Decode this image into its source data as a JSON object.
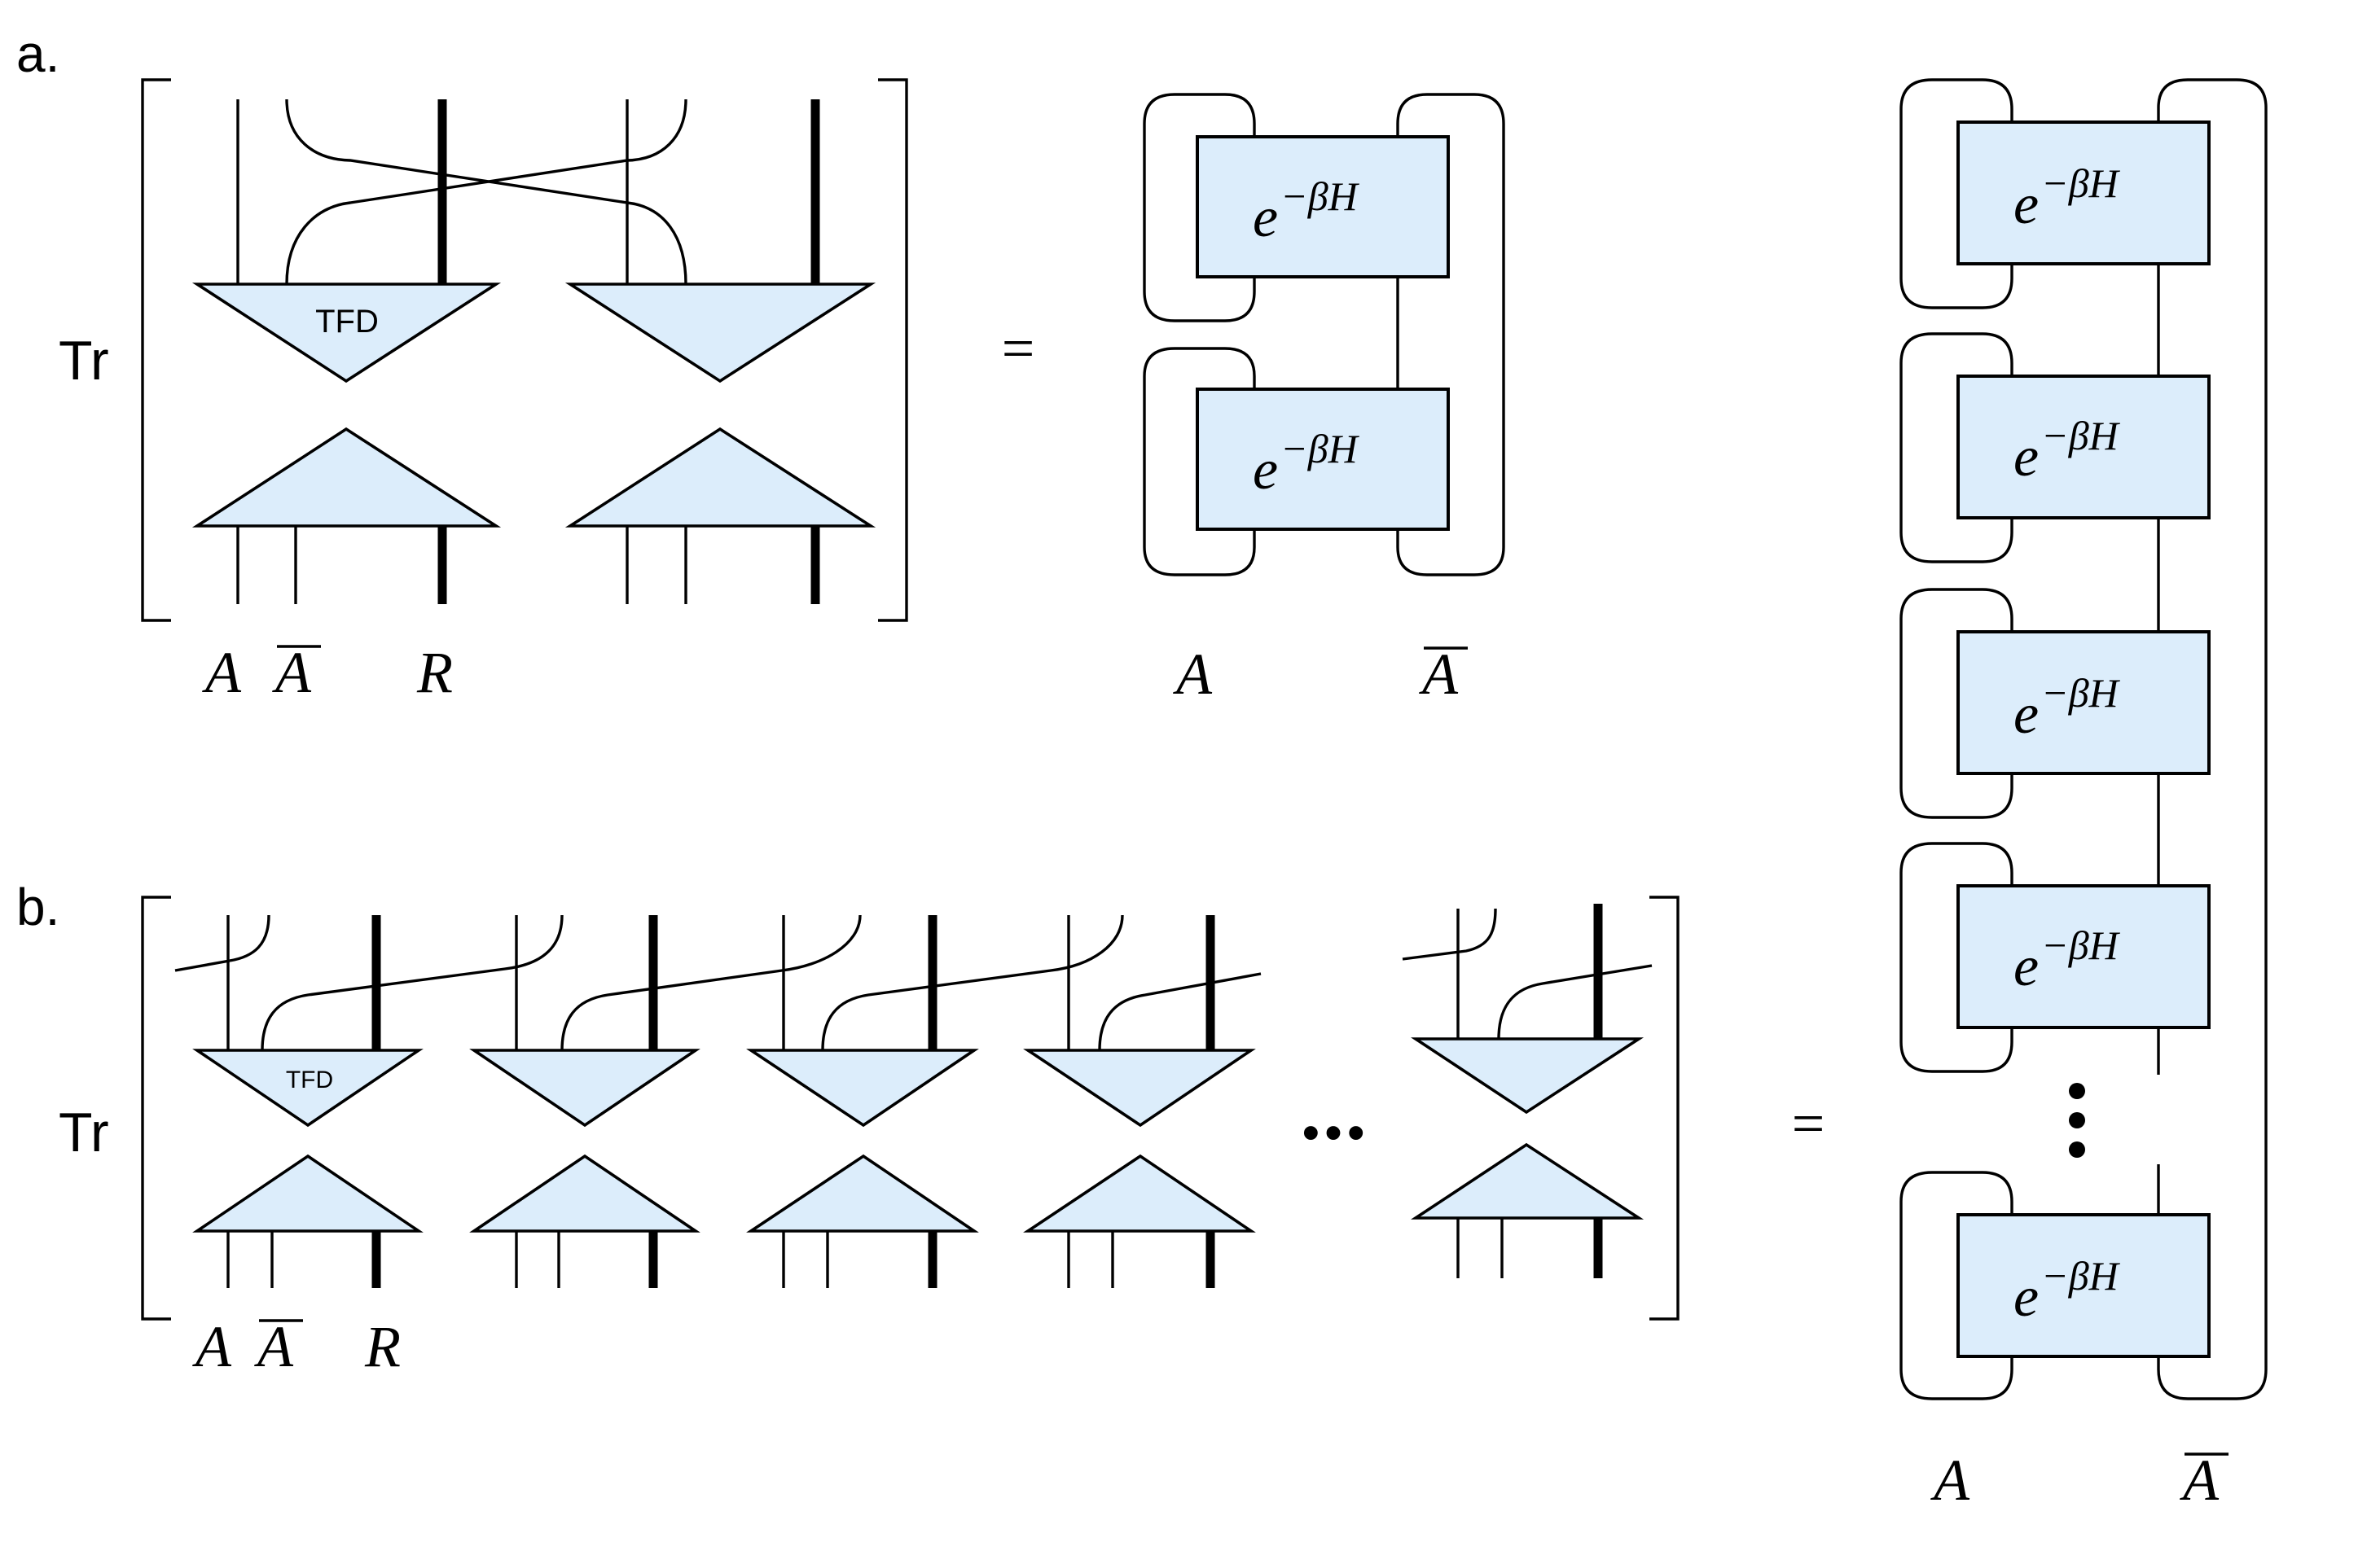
{
  "colors": {
    "node_fill": "#dcedfb",
    "stroke": "#000000"
  },
  "panel_a": {
    "label": "a.",
    "trace": "Tr",
    "tfd": "TFD",
    "wire_labels": {
      "a": "A",
      "abar": "A",
      "r": "R"
    },
    "equals": "=",
    "box_base": "e",
    "box_exp": "−βH",
    "box_count": 2,
    "out_labels": {
      "a": "A",
      "abar": "A"
    }
  },
  "panel_b": {
    "label": "b.",
    "trace": "Tr",
    "tfd": "TFD",
    "wire_labels": {
      "a": "A",
      "abar": "A",
      "r": "R"
    },
    "ellipsis": "•••",
    "equals": "=",
    "box_base": "e",
    "box_exp": "−βH",
    "box_count_shown": 5,
    "out_labels": {
      "a": "A",
      "abar": "A"
    }
  }
}
